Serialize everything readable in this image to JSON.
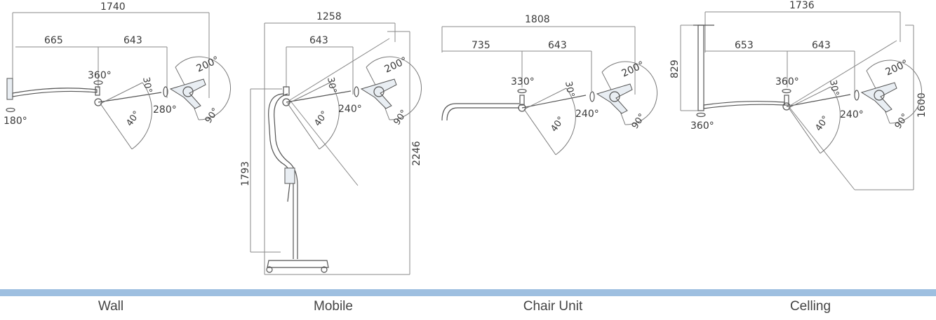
{
  "colors": {
    "separator": "#9ebfe0",
    "lines": "#8a8a8a",
    "text": "#3a3a3a"
  },
  "panels": [
    {
      "label": "Wall",
      "dims": {
        "total": "1740",
        "arm1": "665",
        "arm2": "643"
      },
      "angles": {
        "arm": "360°",
        "base": "180°",
        "tilt": "30°",
        "swing": "280°",
        "head": "200°",
        "down": "40°",
        "roll": "90°"
      }
    },
    {
      "label": "Mobile",
      "dims": {
        "total": "1258",
        "arm2": "643",
        "height": "1793",
        "overall": "2246"
      },
      "angles": {
        "head": "200°",
        "tilt": "30°",
        "swing": "240°",
        "down": "40°",
        "roll": "90°"
      }
    },
    {
      "label": "Chair Unit",
      "dims": {
        "total": "1808",
        "arm1": "735",
        "arm2": "643"
      },
      "angles": {
        "arm": "330°",
        "head": "200°",
        "tilt": "30°",
        "swing": "240°",
        "down": "40°",
        "roll": "90°"
      }
    },
    {
      "label": "Celling",
      "dims": {
        "total": "1736",
        "arm1": "653",
        "arm2": "643",
        "drop": "829",
        "height": "1600"
      },
      "angles": {
        "arm": "360°",
        "base": "360°",
        "head": "200°",
        "tilt": "30°",
        "swing": "240°",
        "down": "40°",
        "roll": "90°"
      }
    }
  ]
}
